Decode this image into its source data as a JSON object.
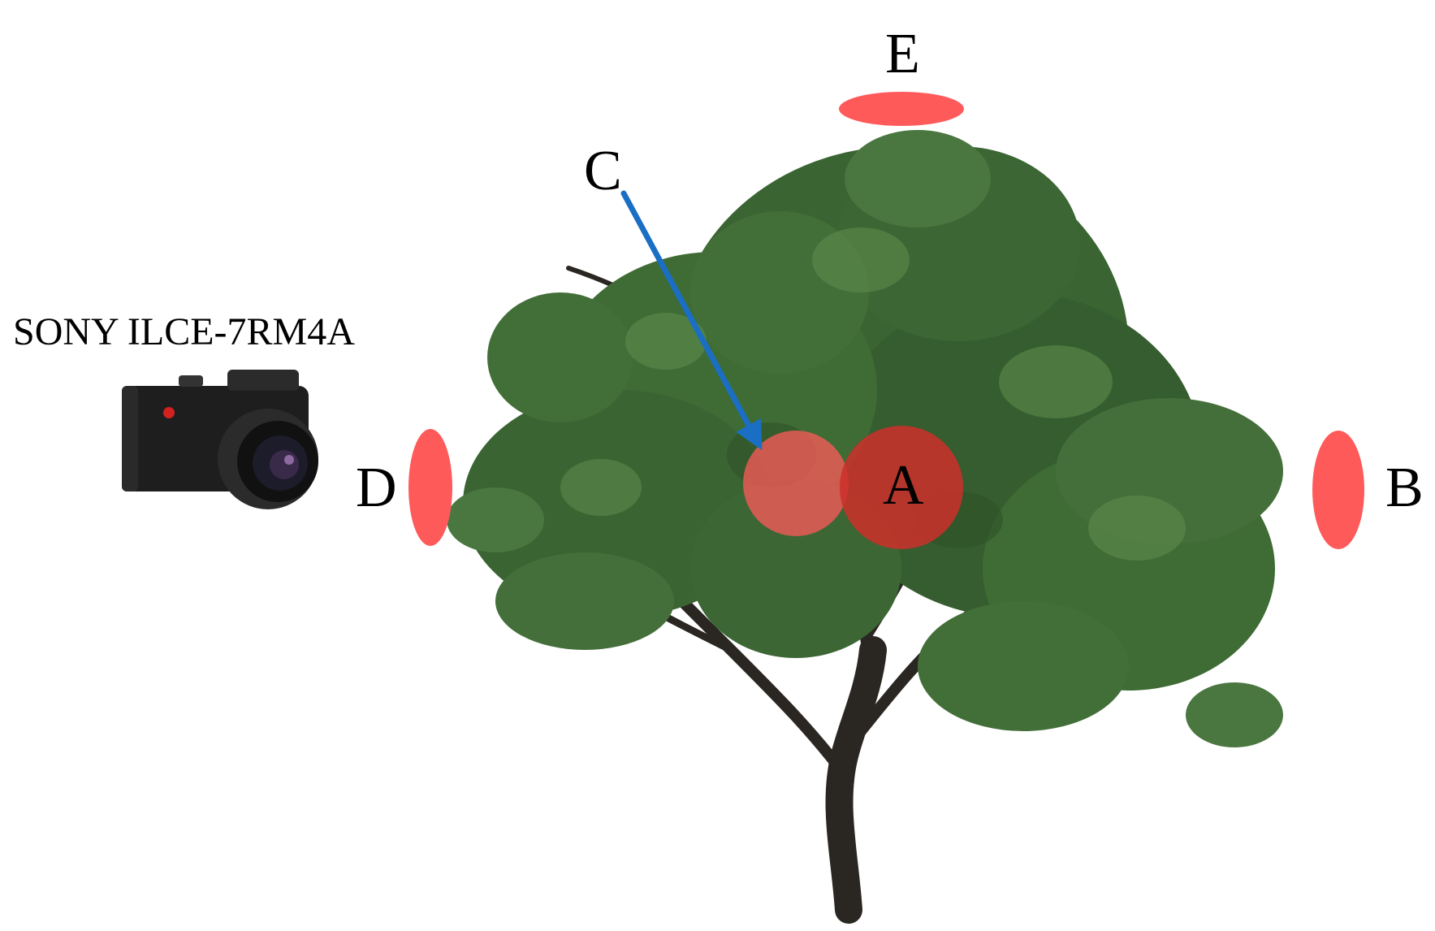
{
  "camera": {
    "label": "SONY ILCE-7RM4A",
    "icon": "camera-icon"
  },
  "tree": {
    "icon": "tree-icon"
  },
  "positions": {
    "A": "A",
    "B": "B",
    "C": "C",
    "D": "D",
    "E": "E"
  },
  "colors": {
    "marker": "#ff5a5a",
    "marker_center": "#cc2f2a",
    "arrow": "#1a6fc4",
    "foliage": "#3f6b35",
    "trunk": "#2a2622"
  }
}
